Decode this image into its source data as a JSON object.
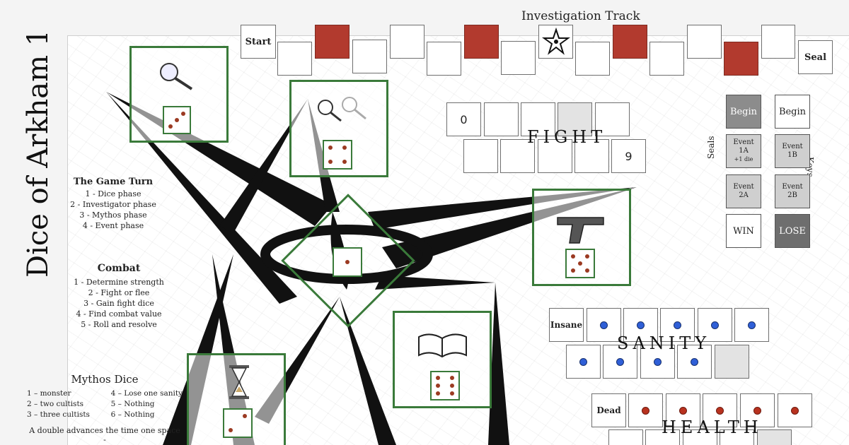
{
  "game_title": "Dice of Arkham 1.63",
  "investigation_track": {
    "title": "Investigation Track",
    "start_label": "Start",
    "seal_label": "Seal"
  },
  "fight": {
    "label": "FIGHT",
    "min": "0",
    "max": "9"
  },
  "sanity": {
    "label": "SANITY",
    "insane_label": "Insane"
  },
  "health": {
    "label": "HEALTH",
    "dead_label": "Dead"
  },
  "seals_column": {
    "label": "Seals",
    "begin": "Begin",
    "event_1a": [
      "Event",
      "1A",
      "+1 die"
    ],
    "event_2a": [
      "Event",
      "2A"
    ],
    "win": "WIN"
  },
  "keys_column": {
    "label": "Keys",
    "begin": "Begin",
    "event_1b": [
      "Event",
      "1B"
    ],
    "event_2b": [
      "Event",
      "2B"
    ],
    "lose": "LOSE"
  },
  "game_turn": {
    "title": "The Game Turn",
    "steps": [
      "1 - Dice phase",
      "2 - Investigator phase",
      "3 - Mythos phase",
      "4 - Event phase"
    ]
  },
  "combat": {
    "title": "Combat",
    "steps": [
      "1 - Determine strength",
      "2 - Fight or flee",
      "3 - Gain fight dice",
      "4 - Find combat value",
      "5 - Roll and resolve"
    ]
  },
  "mythos_dice": {
    "title": "Mythos Dice",
    "left": [
      "1 – monster",
      "2 – two cultists",
      "3 – three cultists"
    ],
    "right": [
      "4 – Lose one sanity",
      "5 – Nothing",
      "6 – Nothing"
    ],
    "note": "A double advances the time one space -"
  },
  "icons": [
    "magnifier-icon",
    "double-magnifier-icon",
    "elder-sign-icon",
    "pistol-icon",
    "book-icon",
    "hourglass-icon"
  ],
  "colors": {
    "marker_red": "#b23a2e",
    "location_green": "#3a7a3a",
    "token_blue": "#2f5fd7",
    "pip_red": "#9b3a22"
  }
}
